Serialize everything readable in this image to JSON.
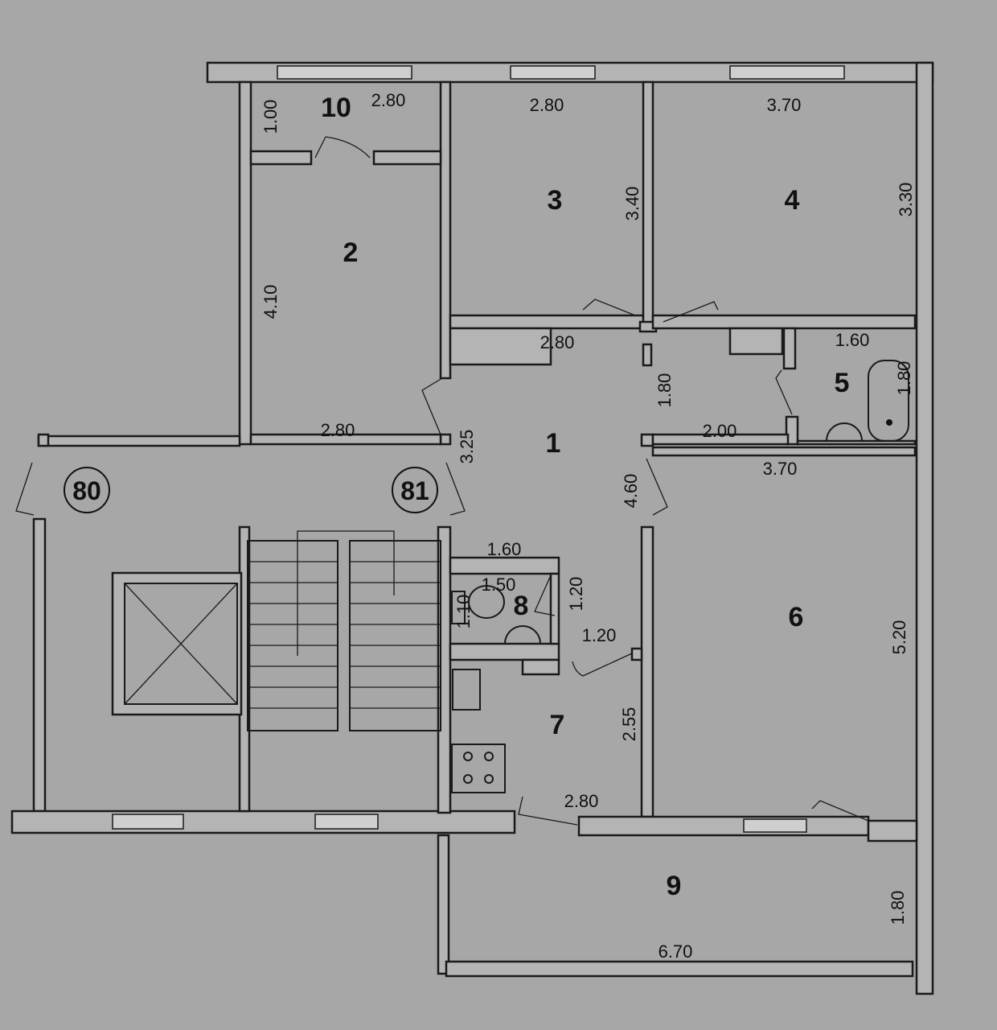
{
  "rooms": {
    "r1": "1",
    "r2": "2",
    "r3": "3",
    "r4": "4",
    "r5": "5",
    "r6": "6",
    "r7": "7",
    "r8": "8",
    "r9": "9",
    "r10": "10"
  },
  "apartments": {
    "a80": "80",
    "a81": "81"
  },
  "dimensions": {
    "r10_w": "2.80",
    "r10_h": "1.00",
    "r2_h": "4.10",
    "r2_w": "2.80",
    "r3_w": "2.80",
    "r3_h": "3.40",
    "r3_closet": "2.80",
    "r4_w": "3.70",
    "r4_h": "3.30",
    "r1_h1": "1.80",
    "r1_h2": "3.25",
    "r1_h3": "4.60",
    "r1_w": "2.00",
    "r5_w": "1.60",
    "r5_h": "1.80",
    "r6_w": "3.70",
    "r6_h": "5.20",
    "r8_w1": "1.60",
    "r8_w2": "1.50",
    "r8_h1": "1.20",
    "r8_h2": "1.10",
    "r8_door": "1.20",
    "r7_h": "2.55",
    "r7_w": "2.80",
    "r9_w": "6.70",
    "r9_h": "1.80"
  }
}
